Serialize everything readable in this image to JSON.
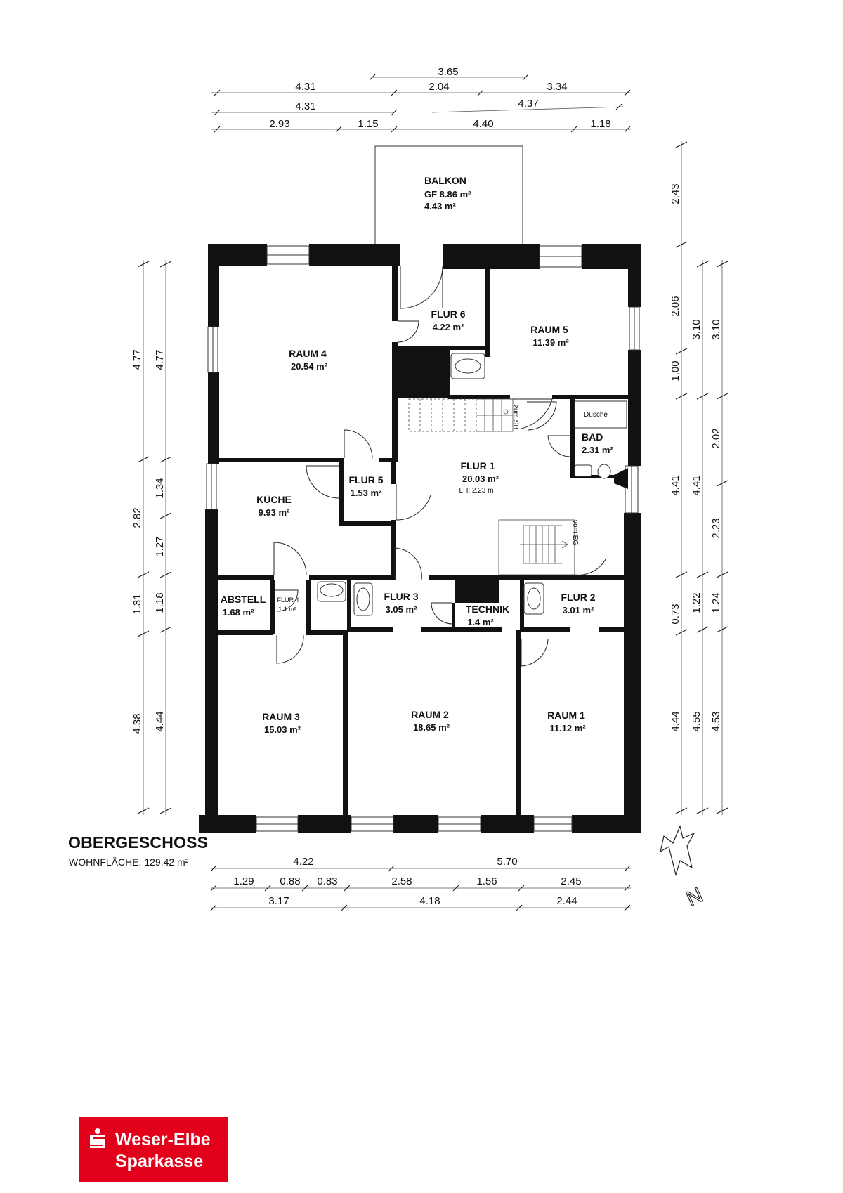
{
  "floor": {
    "title": "OBERGESCHOSS",
    "living_area": "WOHNFLÄCHE: 129.42 m²"
  },
  "rooms": {
    "balkon": {
      "name": "BALKON",
      "gf": "GF 8.86 m²",
      "area": "4.43 m²"
    },
    "raum4": {
      "name": "RAUM 4",
      "area": "20.54 m²"
    },
    "flur6": {
      "name": "FLUR 6",
      "area": "4.22 m²"
    },
    "raum5": {
      "name": "RAUM 5",
      "area": "11.39 m²"
    },
    "dusche": {
      "name": "Dusche"
    },
    "bad": {
      "name": "BAD",
      "area": "2.31 m²"
    },
    "flur1": {
      "name": "FLUR 1",
      "area": "20.03 m²",
      "note": "LH: 2.23 m"
    },
    "flur5": {
      "name": "FLUR 5",
      "area": "1.53 m²"
    },
    "kueche": {
      "name": "KÜCHE",
      "area": "9.93 m²"
    },
    "abstell": {
      "name": "ABSTELL",
      "area": "1.68 m²"
    },
    "flur4": {
      "name": "FLUR 4",
      "area": "1.1 m²"
    },
    "flur3": {
      "name": "FLUR 3",
      "area": "3.05 m²"
    },
    "technik": {
      "name": "TECHNIK",
      "area": "1.4 m²"
    },
    "flur2": {
      "name": "FLUR 2",
      "area": "3.01 m²"
    },
    "raum3": {
      "name": "RAUM 3",
      "area": "15.03 m²"
    },
    "raum2": {
      "name": "RAUM 2",
      "area": "18.65 m²"
    },
    "raum1": {
      "name": "RAUM 1",
      "area": "11.12 m²"
    }
  },
  "stairs": {
    "up_label": "zum SB",
    "down_label": "vom EG"
  },
  "dimensions": {
    "top": {
      "row1": [
        "3.65"
      ],
      "row2": [
        "4.31",
        "2.04",
        "3.34"
      ],
      "row3": [
        "4.31",
        "4.37"
      ],
      "row4": [
        "2.93",
        "1.15",
        "4.40",
        "1.18"
      ]
    },
    "bottom": {
      "row1": [
        "4.22",
        "5.70"
      ],
      "row2": [
        "1.29",
        "0.88",
        "0.83",
        "2.58",
        "1.56",
        "2.45"
      ],
      "row3": [
        "3.17",
        "4.18",
        "2.44"
      ]
    },
    "left": {
      "outer": [
        "4.77",
        "2.82",
        "1.31",
        "4.38"
      ],
      "inner": [
        "4.77",
        "1.34",
        "1.27",
        "1.18",
        "4.44"
      ]
    },
    "right": {
      "col1": [
        "2.43",
        "2.06",
        "1.00",
        "4.41",
        "0.73",
        "4.44"
      ],
      "col2": [
        "3.10",
        "4.41",
        "1.22",
        "4.55"
      ],
      "col3": [
        "3.10",
        "2.02",
        "2.23",
        "1.24",
        "4.53"
      ]
    }
  },
  "north_arrow": {
    "label": "N"
  },
  "brand": {
    "line1": "Weser-Elbe",
    "line2": "Sparkasse",
    "color": "#e2001a"
  }
}
